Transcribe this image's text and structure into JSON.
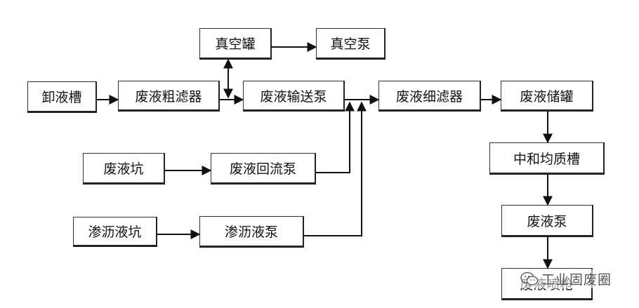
{
  "nodes": {
    "unloading_tank": "卸液槽",
    "coarse_filter": "废液粗滤器",
    "vacuum_tank": "真空罐",
    "vacuum_pump": "真空泵",
    "transfer_pump": "废液输送泵",
    "fine_filter": "废液细滤器",
    "storage_tank": "废液储罐",
    "waste_pit": "废液坑",
    "return_pump": "废液回流泵",
    "leachate_pit": "渗沥液坑",
    "leachate_pump": "渗沥液泵",
    "neutralization_tank": "中和均质槽",
    "waste_pump": "废液泵",
    "spray_gun": "废液喷枪"
  },
  "watermark": {
    "text": "工业固废圈",
    "icon": "wechat-icon"
  },
  "colors": {
    "line": "#111111",
    "box_border": "#222222"
  }
}
